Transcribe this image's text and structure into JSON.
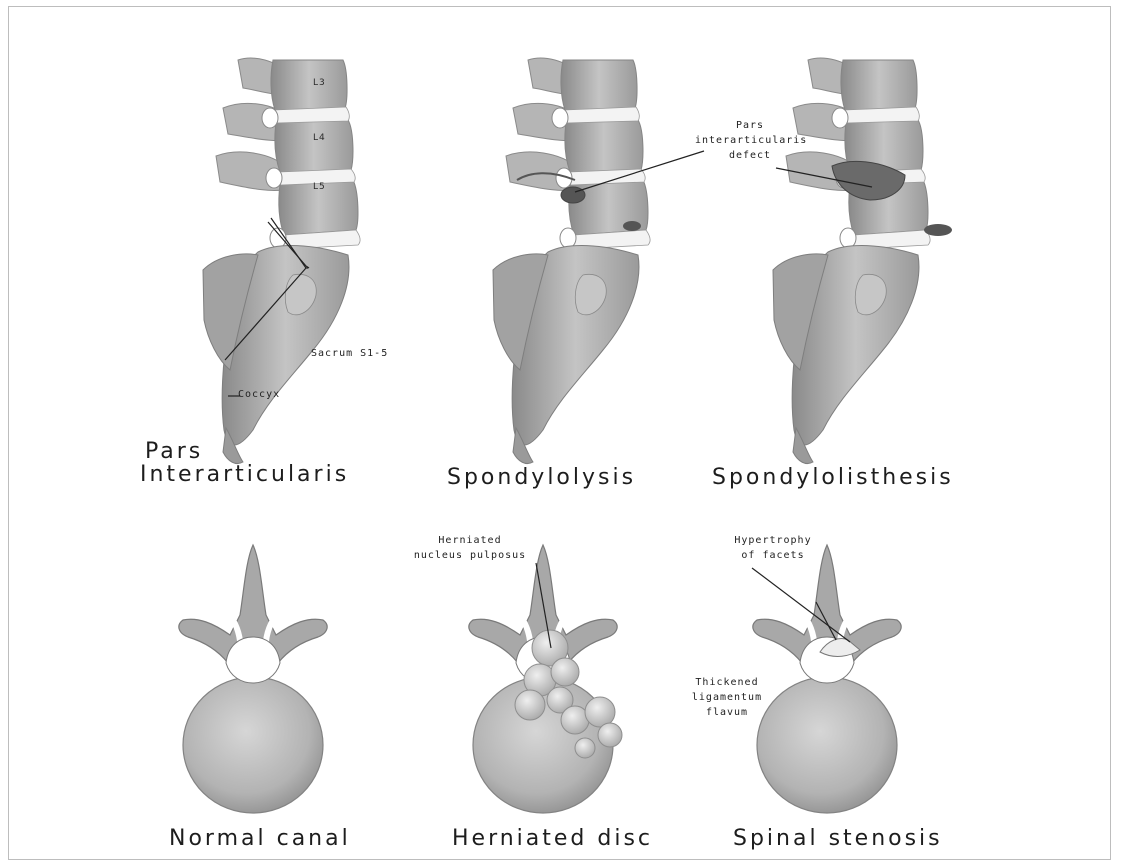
{
  "captions": {
    "pars_line1": "Pars",
    "pars_line2": "Interarticularis",
    "spondylolysis": "Spondylolysis",
    "spondylolisthesis": "Spondylolisthesis",
    "normal_canal": "Normal canal",
    "herniated_disc": "Herniated disc",
    "spinal_stenosis": "Spinal stenosis"
  },
  "labels": {
    "l3": "L3",
    "l4": "L4",
    "l5": "L5",
    "sacrum": "Sacrum S1-5",
    "coccyx": "Coccyx",
    "pars_defect_1": "Pars",
    "pars_defect_2": "interarticularis",
    "pars_defect_3": "defect",
    "herniated_1": "Herniated",
    "herniated_2": "nucleus pulposus",
    "hypertrophy_1": "Hypertrophy",
    "hypertrophy_2": "of facets",
    "thickened_1": "Thickened",
    "thickened_2": "ligamentum",
    "thickened_3": "flavum"
  },
  "colors": {
    "bone_light": "#c9c9c9",
    "bone_mid": "#a9a9a9",
    "bone_dark": "#7d7d7d",
    "disc": "#f2f2f2",
    "defect": "#4a4a4a"
  }
}
